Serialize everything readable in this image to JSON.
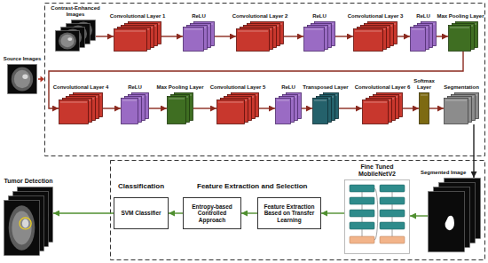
{
  "diagram": {
    "nodes": [
      {
        "text": [
          "Source Images"
        ]
      },
      {
        "text": [
          "Contrast-Enhanced Images"
        ]
      },
      {
        "text": [
          "Convolutional Layer 1"
        ]
      },
      {
        "text": [
          "ReLU"
        ]
      },
      {
        "text": [
          "Convolutional Layer 2"
        ]
      },
      {
        "text": [
          "ReLU"
        ]
      },
      {
        "text": [
          "Convolutional Layer 3"
        ]
      },
      {
        "text": [
          "ReLU"
        ]
      },
      {
        "text": [
          "Max Pooling Layer"
        ]
      },
      {
        "text": [
          "Convolutional Layer 4"
        ]
      },
      {
        "text": [
          "ReLU"
        ]
      },
      {
        "text": [
          "Max Pooling Layer"
        ]
      },
      {
        "text": [
          "Convolutional Layer 5"
        ]
      },
      {
        "text": [
          "ReLU"
        ]
      },
      {
        "text": [
          "Transposed Layer"
        ]
      },
      {
        "text": [
          "Convolutional Layer 6"
        ]
      },
      {
        "text": [
          "Softmax Layer"
        ]
      },
      {
        "text": [
          "Segmentation"
        ]
      },
      {
        "text": [
          "Segmented Image"
        ]
      },
      {
        "text": [
          "Fine Tuned MobileNetV2"
        ]
      },
      {
        "text": [
          "Feature Extraction Based on Transfer Learning"
        ]
      },
      {
        "text": [
          "Entropy-based Controlled Approach"
        ]
      },
      {
        "text": [
          "SVM Classifier"
        ]
      },
      {
        "text": [
          "Tumor Detection"
        ]
      }
    ],
    "edges": [
      {
        "from": 1,
        "to": 2,
        "arrow": "to"
      },
      {
        "from": 2,
        "to": 3,
        "arrow": "to"
      },
      {
        "from": 3,
        "to": 4,
        "arrow": "to"
      },
      {
        "from": 4,
        "to": 5,
        "arrow": "to"
      },
      {
        "from": 5,
        "to": 6,
        "arrow": "to"
      },
      {
        "from": 6,
        "to": 7,
        "arrow": "to"
      },
      {
        "from": 7,
        "to": 8,
        "arrow": "to"
      },
      {
        "from": 8,
        "to": 9,
        "arrow": "to"
      },
      {
        "from": 9,
        "to": 10,
        "arrow": "to"
      },
      {
        "from": 10,
        "to": 11,
        "arrow": "to"
      },
      {
        "from": 11,
        "to": 12,
        "arrow": "to"
      },
      {
        "from": 12,
        "to": 13,
        "arrow": "to"
      },
      {
        "from": 13,
        "to": 14,
        "arrow": "to"
      },
      {
        "from": 14,
        "to": 15,
        "arrow": "to"
      },
      {
        "from": 15,
        "to": 16,
        "arrow": "to"
      },
      {
        "from": 16,
        "to": 17,
        "arrow": "to"
      },
      {
        "from": 17,
        "to": 18,
        "arrow": "to"
      },
      {
        "from": 18,
        "to": 19,
        "arrow": "to"
      },
      {
        "from": 19,
        "to": 20,
        "arrow": "to"
      },
      {
        "from": 20,
        "to": 21,
        "arrow": "to"
      },
      {
        "from": 21,
        "to": 22,
        "arrow": "to"
      },
      {
        "from": 22,
        "to": 23,
        "arrow": "to"
      }
    ],
    "labels": [
      "Classification",
      "Feature Extraction and Selection"
    ]
  }
}
